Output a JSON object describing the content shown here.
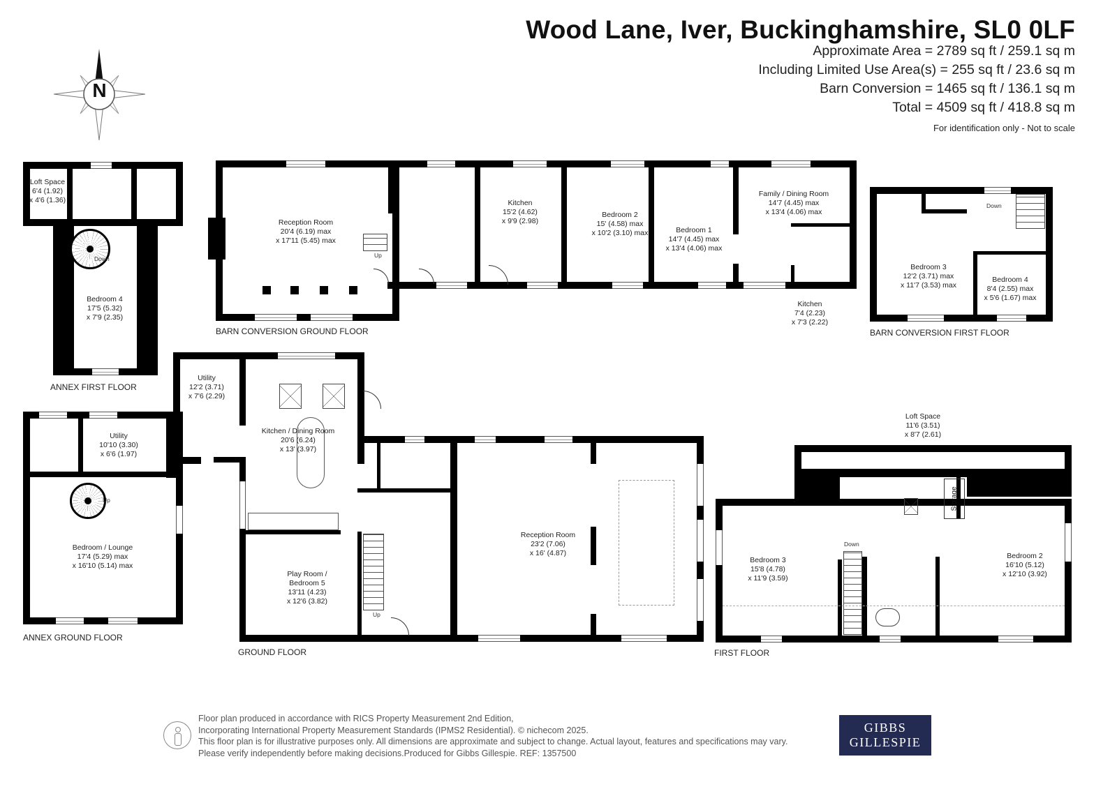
{
  "header": {
    "title": "Wood Lane, Iver, Buckinghamshire, SL0 0LF",
    "areas": [
      "Approximate Area = 2789 sq ft / 259.1 sq m",
      "Including Limited Use Area(s) = 255 sq ft / 23.6 sq m",
      "Barn Conversion = 1465 sq ft / 136.1 sq m",
      "Total = 4509 sq ft / 418.8 sq m"
    ],
    "note": "For identification only - Not to scale"
  },
  "compass": {
    "label": "N"
  },
  "floors": {
    "annex_first": {
      "title": "ANNEX FIRST FLOOR",
      "rooms": [
        {
          "name": "Loft Space",
          "d1": "6'4 (1.92)",
          "d2": "x 4'6 (1.36)"
        },
        {
          "name": "Bedroom 4",
          "d1": "17'5 (5.32)",
          "d2": "x 7'9 (2.35)"
        }
      ],
      "stairs_label": "Down"
    },
    "barn_ground": {
      "title": "BARN CONVERSION GROUND FLOOR",
      "rooms": [
        {
          "name": "Reception Room",
          "d1": "20'4 (6.19) max",
          "d2": "x 17'11 (5.45) max"
        },
        {
          "name": "Kitchen",
          "d1": "15'2 (4.62)",
          "d2": "x 9'9 (2.98)"
        },
        {
          "name": "Bedroom 2",
          "d1": "15' (4.58) max",
          "d2": "x 10'2 (3.10) max"
        },
        {
          "name": "Bedroom 1",
          "d1": "14'7 (4.45) max",
          "d2": "x 13'4 (4.06)  max"
        },
        {
          "name": "Family / Dining Room",
          "d1": "14'7 (4.45) max",
          "d2": "x 13'4 (4.06)  max"
        },
        {
          "name": "Kitchen",
          "d1": "7'4 (2.23)",
          "d2": "x 7'3 (2.22)"
        }
      ],
      "stairs_label": "Up"
    },
    "barn_first": {
      "title": "BARN CONVERSION FIRST FLOOR",
      "rooms": [
        {
          "name": "Bedroom 3",
          "d1": "12'2 (3.71) max",
          "d2": "x 11'7 (3.53) max"
        },
        {
          "name": "Bedroom 4",
          "d1": "8'4 (2.55) max",
          "d2": "x 5'6 (1.67) max"
        }
      ],
      "stairs_label": "Down"
    },
    "annex_ground": {
      "title": "ANNEX GROUND FLOOR",
      "rooms": [
        {
          "name": "Utility",
          "d1": "10'10 (3.30)",
          "d2": "x 6'6 (1.97)"
        },
        {
          "name": "Bedroom / Lounge",
          "d1": "17'4 (5.29) max",
          "d2": "x 16'10 (5.14) max"
        }
      ],
      "stairs_label": "Up"
    },
    "ground": {
      "title": "GROUND FLOOR",
      "rooms": [
        {
          "name": "Utility",
          "d1": "12'2 (3.71)",
          "d2": "x 7'6 (2.29)"
        },
        {
          "name": "Kitchen / Dining Room",
          "d1": "20'6 (6.24)",
          "d2": "x 13' (3.97)"
        },
        {
          "name": "Play Room /",
          "d0": "Bedroom 5",
          "d1": "13'11 (4.23)",
          "d2": "x 12'6 (3.82)"
        },
        {
          "name": "Reception Room",
          "d1": "23'2 (7.06)",
          "d2": "x 16' (4.87)"
        }
      ],
      "stairs_label": "Up"
    },
    "first": {
      "title": "FIRST FLOOR",
      "rooms": [
        {
          "name": "Loft Space",
          "d1": "11'6 (3.51)",
          "d2": "x 8'7 (2.61)"
        },
        {
          "name": "Bedroom 3",
          "d1": "15'8 (4.78)",
          "d2": "x 11'9 (3.59)"
        },
        {
          "name": "Bedroom 2",
          "d1": "16'10 (5.12)",
          "d2": "x 12'10 (3.92)"
        },
        {
          "name": "Storage"
        }
      ],
      "stairs_label": "Down"
    }
  },
  "footer": {
    "lines": [
      "Floor plan produced in accordance with RICS Property Measurement 2nd Edition,",
      "Incorporating International Property Measurement Standards (IPMS2 Residential).   © nichecom 2025.",
      "This floor plan is for illustrative purposes only. All dimensions are approximate and subject to change. Actual layout, features and specifications may vary.",
      "Please verify independently before making decisions.Produced for Gibbs Gillespie.   REF:  1357500"
    ],
    "logo": {
      "line1": "GIBBS",
      "line2": "GILLESPIE",
      "color": "#242b52"
    }
  }
}
